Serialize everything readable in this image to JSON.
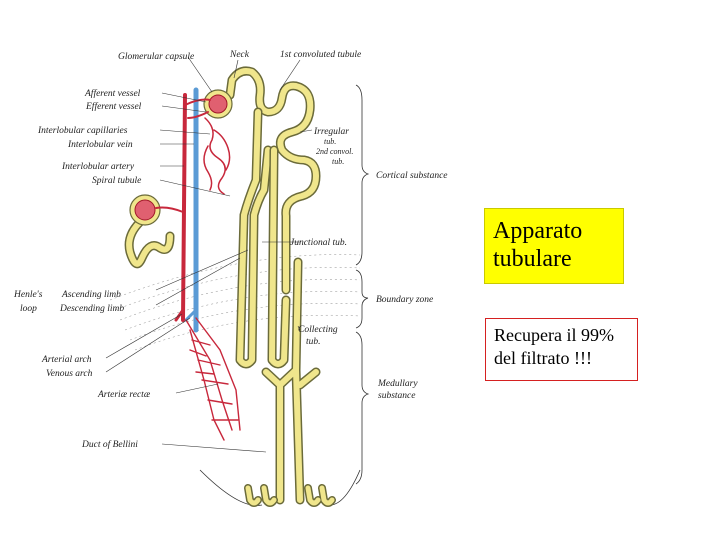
{
  "labels": {
    "glomerular_capsule": "Glomerular capsule",
    "neck": "Neck",
    "first_convoluted_tubule": "1st convoluted tubule",
    "afferent_vessel": "Afferent vessel",
    "efferent_vessel": "Efferent vessel",
    "interlobular_capillaries": "Interlobular capillaries",
    "interlobular_vein": "Interlobular vein",
    "interlobular_artery": "Interlobular artery",
    "spiral_tubule": "Spiral tubule",
    "irregular": "Irregular",
    "tub": "tub.",
    "second_convol": "2nd convol.",
    "tub2": "tub.",
    "cortical_substance": "Cortical substance",
    "junctional_tub": "Junctional tub.",
    "henles": "Henle's",
    "loop": "loop",
    "ascending_limb": "Ascending limb",
    "descending_limb": "Descending limb",
    "boundary_zone": "Boundary zone",
    "collecting_tub": "Collecting",
    "collecting_tub2": "tub.",
    "arterial_arch": "Arterial arch",
    "venous_arch": "Venous arch",
    "arteriae_rectae": "Arteriæ rectæ",
    "medullary_substance": "Medullary",
    "medullary_substance2": "substance",
    "duct_of_bellini": "Duct of Bellini"
  },
  "callouts": {
    "tubular": {
      "line1": "Apparato",
      "line2": "tubulare"
    },
    "recovery": {
      "line1": "Recupera il 99%",
      "line2": "del filtrato !!!"
    }
  },
  "colors": {
    "tubule_fill": "#f0e68c",
    "tubule_outline": "#6b6b3a",
    "artery": "#c8283c",
    "vein": "#5b9bd5",
    "callout_yellow": "#ffff00",
    "callout_border_red": "#d52020"
  }
}
